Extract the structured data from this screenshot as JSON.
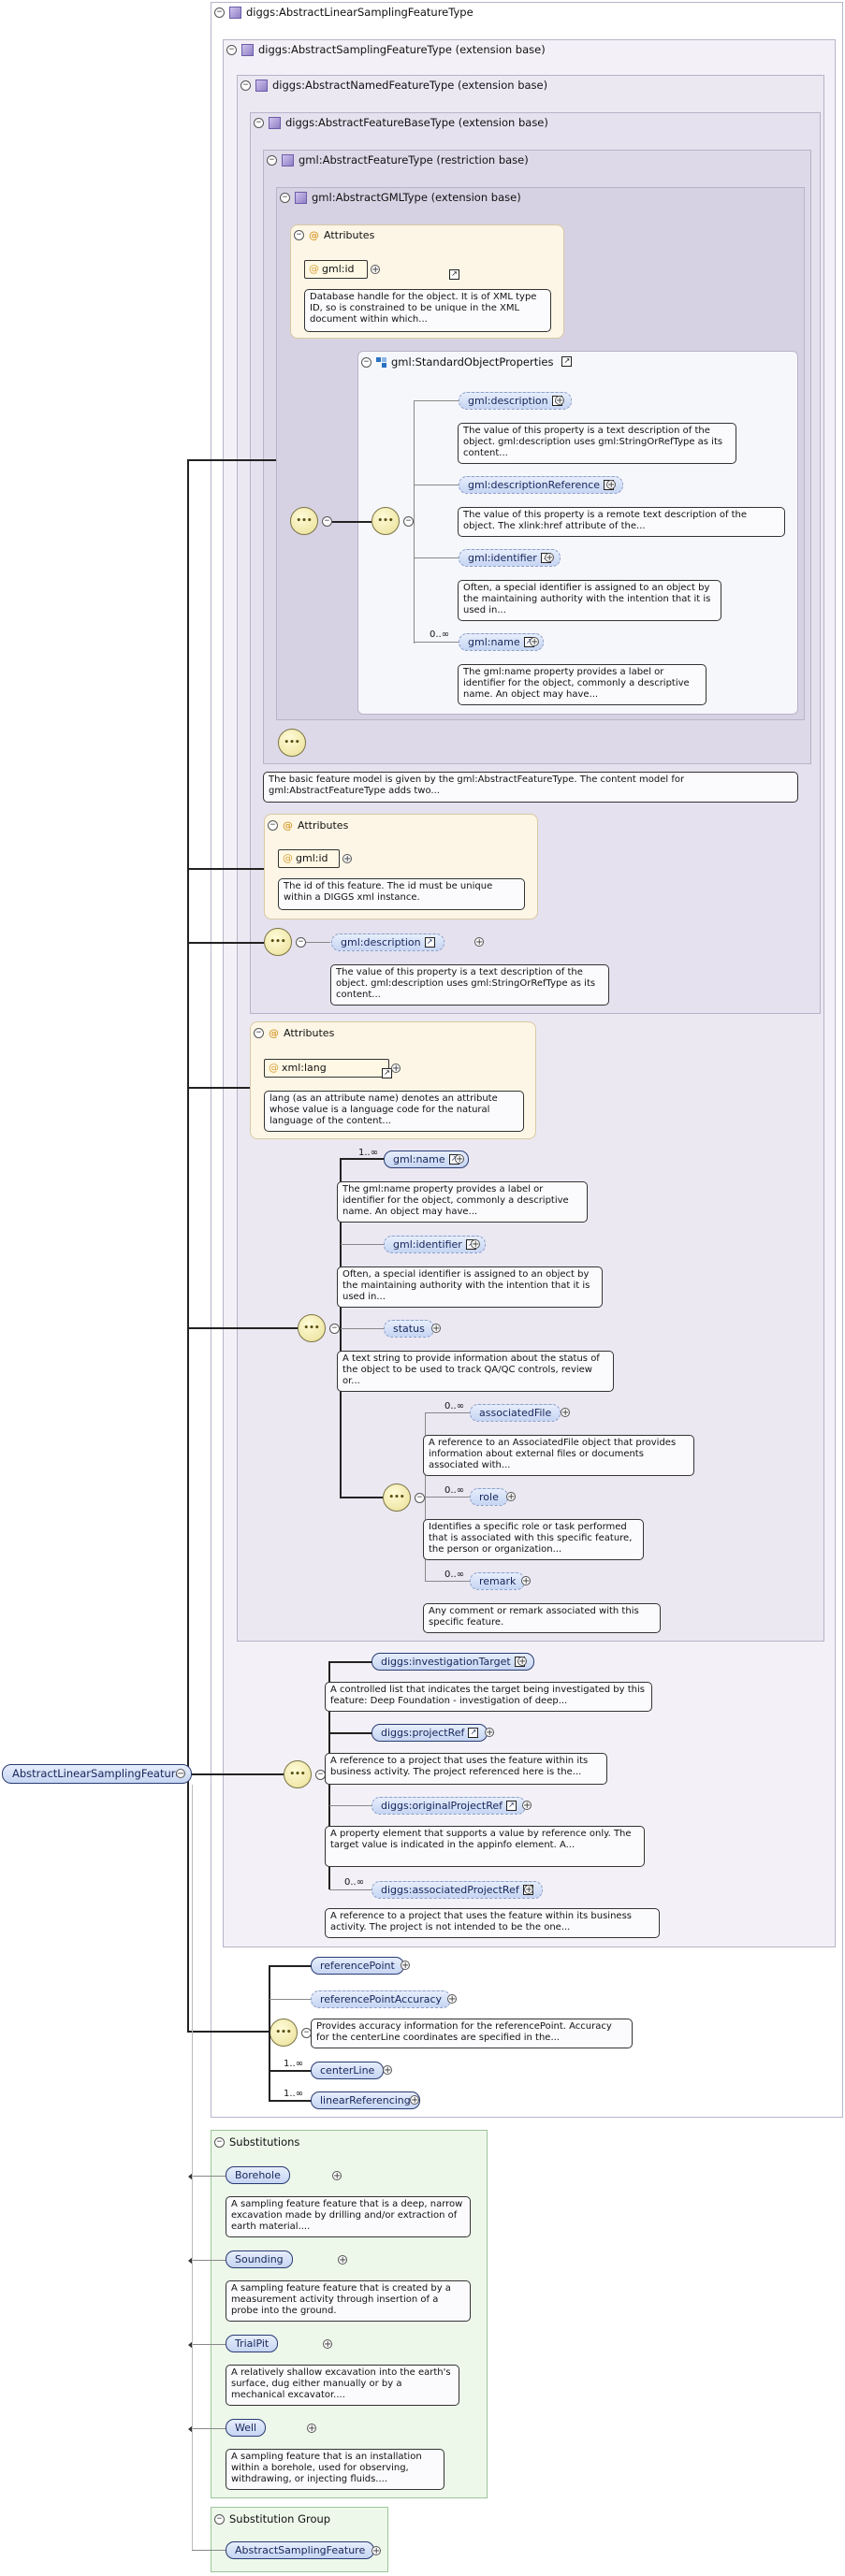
{
  "root": {
    "label": "AbstractLinearSamplingFeature"
  },
  "types": {
    "t0": "diggs:AbstractLinearSamplingFeatureType",
    "t1": "diggs:AbstractSamplingFeatureType (extension base)",
    "t2": "diggs:AbstractNamedFeatureType (extension base)",
    "t3": "diggs:AbstractFeatureBaseType (extension base)",
    "t4": "gml:AbstractFeatureType (restriction base)",
    "t5": "gml:AbstractGMLType (extension base)",
    "std": "gml:StandardObjectProperties"
  },
  "labels": {
    "attributes": "Attributes",
    "substitutions": "Substitutions",
    "substitution_group": "Substitution Group"
  },
  "gml_attr": {
    "name": "gml:id",
    "doc": "Database handle for the object. It is of XML type ID, so is constrained to be unique in the XML document within which..."
  },
  "std_elements": [
    {
      "name": "gml:description",
      "doc": "The value of this property is a text description of the object. gml:description uses gml:StringOrRefType as its content..."
    },
    {
      "name": "gml:descriptionReference",
      "doc": "The value of this property is a remote text description of the object. The xlink:href attribute of the..."
    },
    {
      "name": "gml:identifier",
      "doc": "Often, a special identifier is assigned to an object by the maintaining authority with the intention that it is used in..."
    },
    {
      "name": "gml:name",
      "mult": "0..∞",
      "doc": "The gml:name property provides a label or identifier for the object, commonly a descriptive name. An object may have..."
    }
  ],
  "feature_doc": "The basic feature model is given by the gml:AbstractFeatureType. The content model for gml:AbstractFeatureType adds two...",
  "base_attr": {
    "name": "gml:id",
    "doc": "The id of this feature. The id must be unique within a DIGGS xml instance."
  },
  "base_description": {
    "name": "gml:description",
    "doc": "The value of this property is a text description of the object. gml:description uses gml:StringOrRefType as its content..."
  },
  "named_attr": {
    "name": "xml:lang",
    "doc": "lang (as an attribute name) denotes an attribute whose value is a language code for the natural language of the content..."
  },
  "named_elements": [
    {
      "name": "gml:name",
      "mult": "1..∞",
      "doc": "The gml:name property provides a label or identifier for the object, commonly a descriptive name. An object may have..."
    },
    {
      "name": "gml:identifier",
      "doc": "Often, a special identifier is assigned to an object by the maintaining authority with the intention that it is used in..."
    },
    {
      "name": "status",
      "doc": "A text string to provide information about the status of the object to be used to track QA/QC controls, review or..."
    }
  ],
  "named_sub_elements": [
    {
      "name": "associatedFile",
      "mult": "0..∞",
      "doc": "A reference to an AssociatedFile object that provides information about external files or documents associated with..."
    },
    {
      "name": "role",
      "mult": "0..∞",
      "doc": "Identifies a specific role or task performed that is associated with this specific feature, the person or organization..."
    },
    {
      "name": "remark",
      "mult": "0..∞",
      "doc": "Any comment or remark associated with this specific feature."
    }
  ],
  "sampling_elements": [
    {
      "name": "diggs:investigationTarget",
      "doc": "A controlled list that indicates the target being investigated by this feature: Deep Foundation - investigation of deep..."
    },
    {
      "name": "diggs:projectRef",
      "doc": "A reference to a project that uses the feature within its business activity. The project referenced here is the..."
    },
    {
      "name": "diggs:originalProjectRef",
      "doc": "A property element that supports a value by reference only. The target value is indicated in the appinfo element. A..."
    },
    {
      "name": "diggs:associatedProjectRef",
      "mult": "0..∞",
      "doc": "A reference to a project that uses the feature within its business activity. The project is not intended to be the one..."
    }
  ],
  "linear_elements": [
    {
      "name": "referencePoint",
      "mult": ""
    },
    {
      "name": "referencePointAccuracy",
      "mult": "",
      "doc": "Provides accuracy information for the referencePoint. Accuracy for the centerLine coordinates are specified in the..."
    },
    {
      "name": "centerLine",
      "mult": "1..∞"
    },
    {
      "name": "linearReferencing",
      "mult": "1..∞"
    }
  ],
  "substitutions": [
    {
      "name": "Borehole",
      "doc": "A sampling feature feature that is a deep, narrow excavation made by drilling and/or extraction of earth material...."
    },
    {
      "name": "Sounding",
      "doc": "A sampling feature feature that is created by a measurement activity through insertion of a probe into the ground."
    },
    {
      "name": "TrialPit",
      "doc": "A relatively shallow excavation into the earth's surface, dug either manually or by a mechanical excavator...."
    },
    {
      "name": "Well",
      "doc": "A sampling feature that is an installation within a borehole, used for observing, withdrawing, or injecting fluids...."
    }
  ],
  "substitution_group": {
    "name": "AbstractSamplingFeature"
  },
  "symbols": {
    "collapse": "−",
    "expand": "+",
    "link": "↗",
    "sequence": "•••"
  }
}
